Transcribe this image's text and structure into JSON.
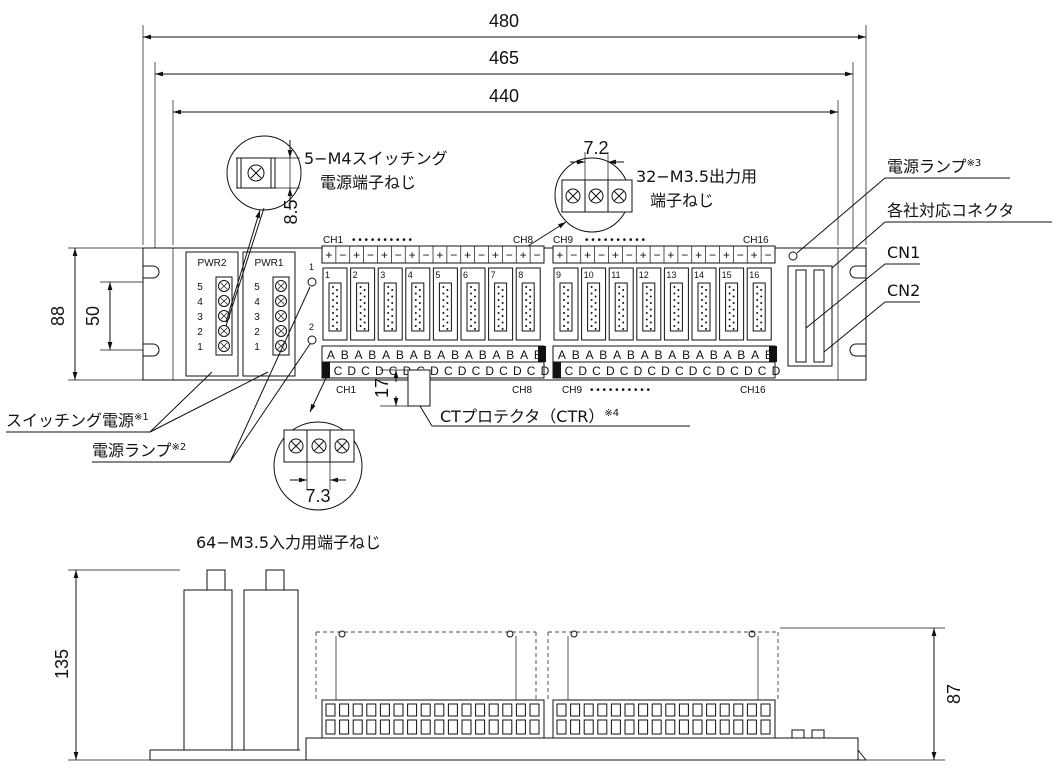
{
  "dimensions": {
    "width_480": "480",
    "width_465": "465",
    "width_440": "440",
    "height_88": "88",
    "height_50": "50",
    "height_135": "135",
    "height_87": "87",
    "pitch_72": "7.2",
    "pitch_73": "7.3",
    "gap_85": "8.5",
    "gap_17": "17"
  },
  "callouts": {
    "switching_screw_line1": "5−M4スイッチング",
    "switching_screw_line2": "電源端子ねじ",
    "output_screw_line1": "32−M3.5出力用",
    "output_screw_line2": "端子ねじ",
    "power_lamp_3": "電源ランプ",
    "power_lamp_3_note": "※3",
    "connector": "各社対応コネクタ",
    "cn1": "CN1",
    "cn2": "CN2",
    "switching_power": "スイッチング電源",
    "switching_power_note": "※1",
    "power_lamp_2": "電源ランプ",
    "power_lamp_2_note": "※2",
    "ct_protector": "CTプロテクタ（CTR）",
    "ct_protector_note": "※4",
    "input_screw": "64−M3.5入力用端子ねじ"
  },
  "panel": {
    "pwr2": "PWR2",
    "pwr1": "PWR1",
    "pwr_terminals": [
      "5",
      "4",
      "3",
      "2",
      "1"
    ],
    "lamp_1": "1",
    "lamp_2": "2",
    "ch1": "CH1",
    "ch8": "CH8",
    "ch9": "CH9",
    "ch16": "CH16",
    "dots": "• • • • • • • • • •",
    "slots_a": [
      "1",
      "2",
      "3",
      "4",
      "5",
      "6",
      "7",
      "8"
    ],
    "slots_b": [
      "9",
      "10",
      "11",
      "12",
      "13",
      "14",
      "15",
      "16"
    ],
    "row_ab": [
      "A",
      "B",
      "A",
      "B",
      "A",
      "B",
      "A",
      "B",
      "A",
      "B",
      "A",
      "B",
      "A",
      "B",
      "A",
      "B"
    ],
    "row_cd": [
      "C",
      "D",
      "C",
      "D",
      "C",
      "D",
      "C",
      "D",
      "C",
      "D",
      "C",
      "D",
      "C",
      "D",
      "C",
      "D"
    ],
    "plus_minus": [
      "+",
      "−",
      "+",
      "−",
      "+",
      "−",
      "+",
      "−",
      "+",
      "−",
      "+",
      "−",
      "+",
      "−",
      "+",
      "−"
    ]
  }
}
